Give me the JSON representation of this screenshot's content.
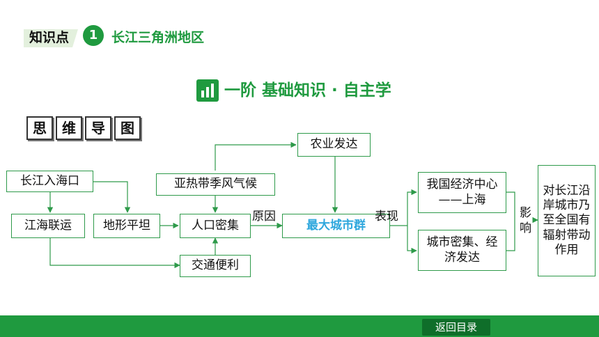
{
  "header": {
    "knowledge_label": "知识点",
    "number": "1",
    "title": "长江三角洲地区"
  },
  "stage": {
    "title": "一阶  基础知识 · 自主学"
  },
  "mind_map": {
    "title_chars": [
      "思",
      "维",
      "导",
      "图"
    ],
    "nodes": {
      "changjiang_mouth": "长江入海口",
      "jianghai": "江海联运",
      "terrain": "地形平坦",
      "climate": "亚热带季风气候",
      "population": "人口密集",
      "transport": "交通便利",
      "agriculture": "农业发达",
      "city_group": "最大城市群",
      "center": "我国经济中心——上海",
      "dense": "城市密集、经济发达",
      "influence": "对长江沿岸城市乃至全国有辐射带动作用"
    },
    "labels": {
      "cause": "原因",
      "manifestation": "表现",
      "influence": "影响"
    }
  },
  "footer": {
    "back_label": "返回目录"
  },
  "colors": {
    "accent": "#1f9a3f",
    "highlight": "#2ea7dd"
  }
}
